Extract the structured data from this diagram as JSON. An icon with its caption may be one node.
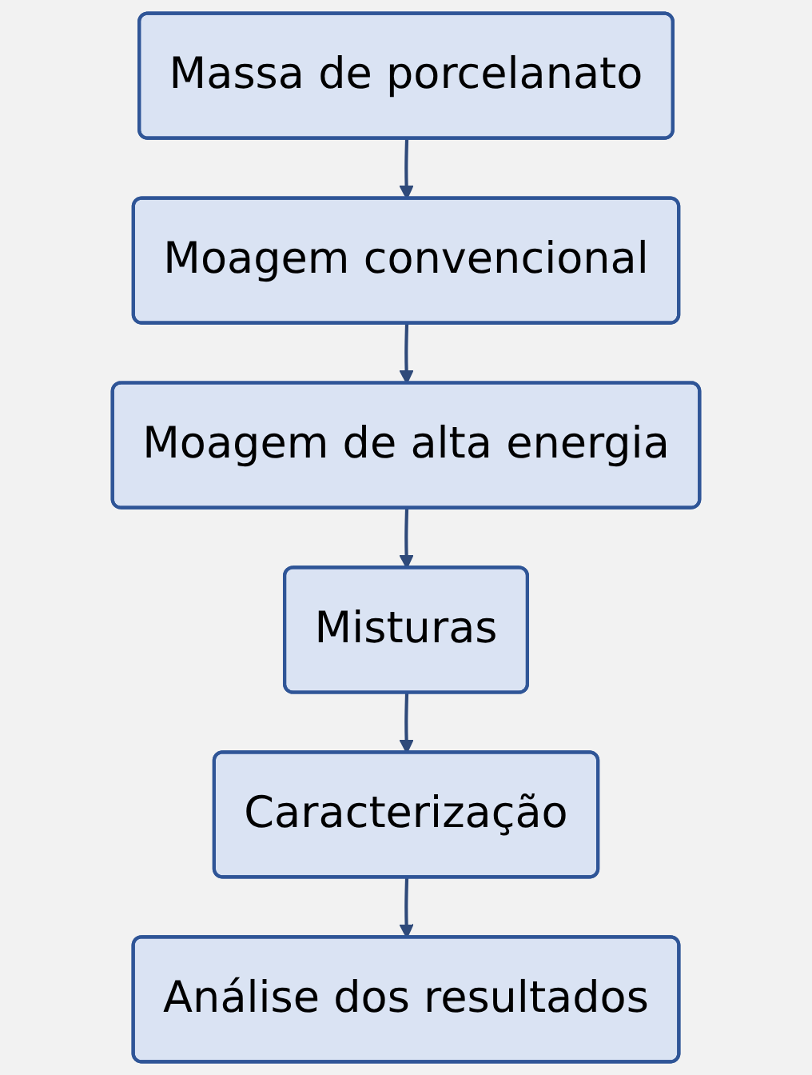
{
  "diagram": {
    "nodes": [
      {
        "text": [
          "Massa de porcelanato"
        ]
      },
      {
        "text": [
          "Moagem convencional"
        ]
      },
      {
        "text": [
          "Moagem de alta energia"
        ]
      },
      {
        "text": [
          "Misturas"
        ]
      },
      {
        "text": [
          "Caracterização"
        ]
      },
      {
        "text": [
          "Análise dos resultados"
        ]
      }
    ],
    "edges": [
      {
        "from": 0,
        "to": 1,
        "arrow": "to"
      },
      {
        "from": 1,
        "to": 2,
        "arrow": "to"
      },
      {
        "from": 2,
        "to": 3,
        "arrow": "to"
      },
      {
        "from": 3,
        "to": 4,
        "arrow": "to"
      },
      {
        "from": 4,
        "to": 5,
        "arrow": "to"
      }
    ]
  }
}
